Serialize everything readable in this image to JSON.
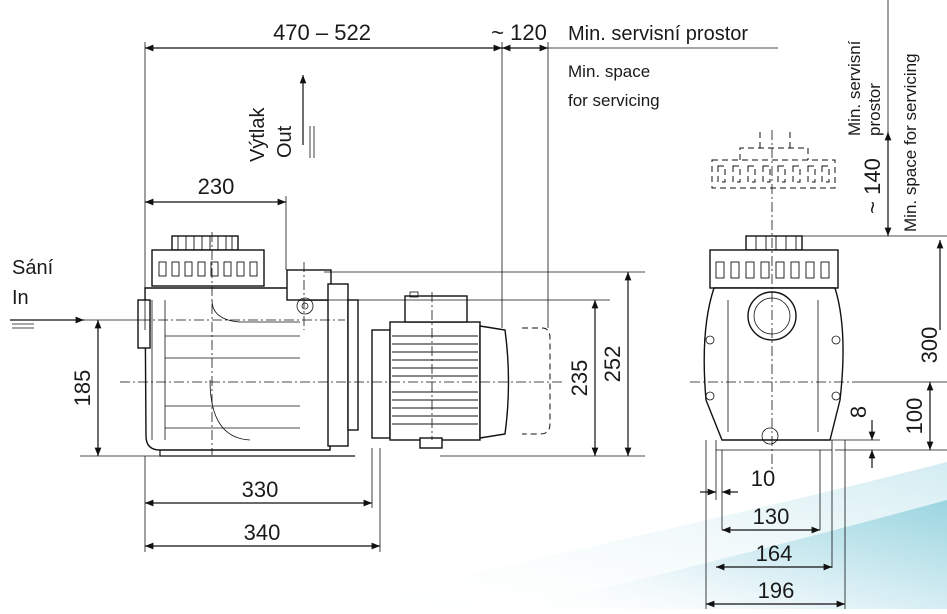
{
  "dimensions": {
    "overall_length": "470 – 522",
    "service_gap": "~ 120",
    "basket_length": "230",
    "inlet_height": "185",
    "outlet_height_235": "235",
    "total_height_252": "252",
    "base_330": "330",
    "base_340": "340",
    "service_140": "~ 140",
    "height_300": "300",
    "height_100": "100",
    "foot_8": "8",
    "foot_10": "10",
    "width_130": "130",
    "width_164": "164",
    "width_196": "196"
  },
  "labels": {
    "service_cz": "Min. servisní prostor",
    "service_en_1": "Min. space",
    "service_en_2": "for servicing",
    "outlet_cz": "Výtlak",
    "outlet_en": "Out",
    "inlet_cz": "Sání",
    "inlet_en": "In",
    "vert_service_cz_1": "Min. servisní",
    "vert_service_cz_2": "prostor",
    "vert_service_en": "Min. space for servicing"
  },
  "colors": {
    "line": "#111111",
    "wave_light": "#d8eef4",
    "wave_mid": "#8fd0dc"
  }
}
